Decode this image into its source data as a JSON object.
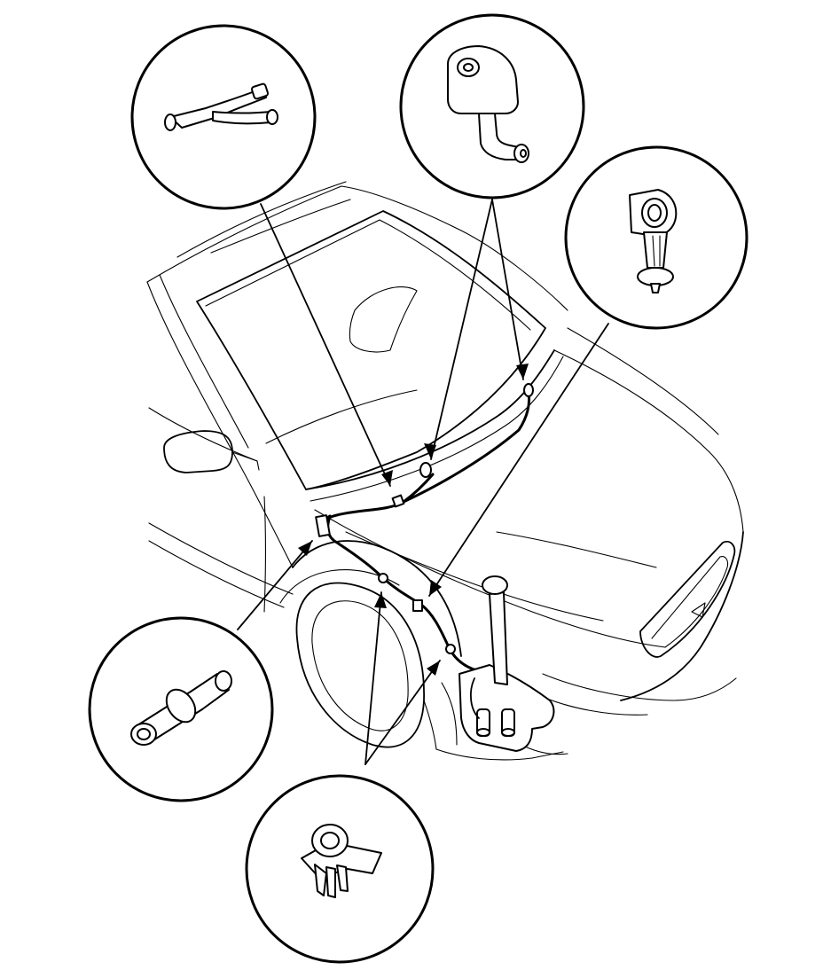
{
  "diagram": {
    "type": "exploded-view",
    "line_color": "#000000",
    "background": "#ffffff",
    "callouts": [
      {
        "id": "hose-joint",
        "icon": "y-hose-joint-icon"
      },
      {
        "id": "washer-nozzle",
        "icon": "washer-nozzle-icon"
      },
      {
        "id": "hose-clamp",
        "icon": "hose-clamp-icon"
      },
      {
        "id": "hose-connector",
        "icon": "straight-hose-connector-icon"
      },
      {
        "id": "hose-clip",
        "icon": "hose-clip-icon"
      }
    ]
  }
}
